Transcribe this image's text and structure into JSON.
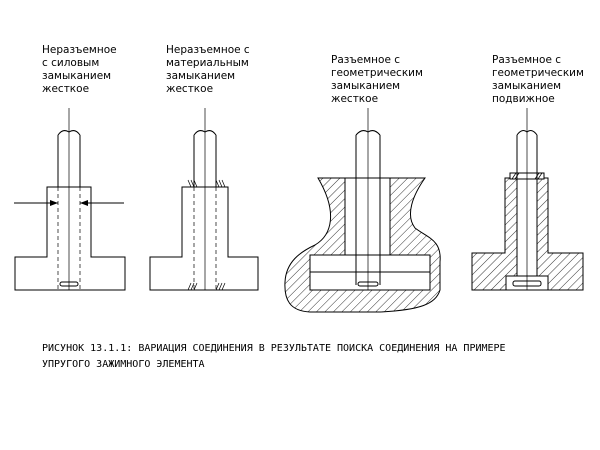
{
  "panels": [
    {
      "label_lines": [
        "Неразъемное",
        "с силовым",
        "замыканием",
        "жесткое"
      ]
    },
    {
      "label_lines": [
        "Неразъемное с",
        "материальным",
        "замыканием",
        "жесткое"
      ]
    },
    {
      "label_lines": [
        "Разъемное с",
        "геометрическим",
        "замыканием",
        "жесткое"
      ]
    },
    {
      "label_lines": [
        "Разъемное с",
        "геометрическим",
        "замыканием",
        "подвижное"
      ]
    }
  ],
  "caption": {
    "line1": "РИСУНОК 13.1.1: ВАРИАЦИЯ СОЕДИНЕНИЯ В РЕЗУЛЬТАТЕ ПОИСКА СОЕДИНЕНИЯ НА ПРИМЕРЕ",
    "line2": "УПРУГОГО ЗАЖИМНОГО ЭЛЕМЕНТА"
  },
  "colors": {
    "stroke": "#000000",
    "background": "#ffffff"
  }
}
